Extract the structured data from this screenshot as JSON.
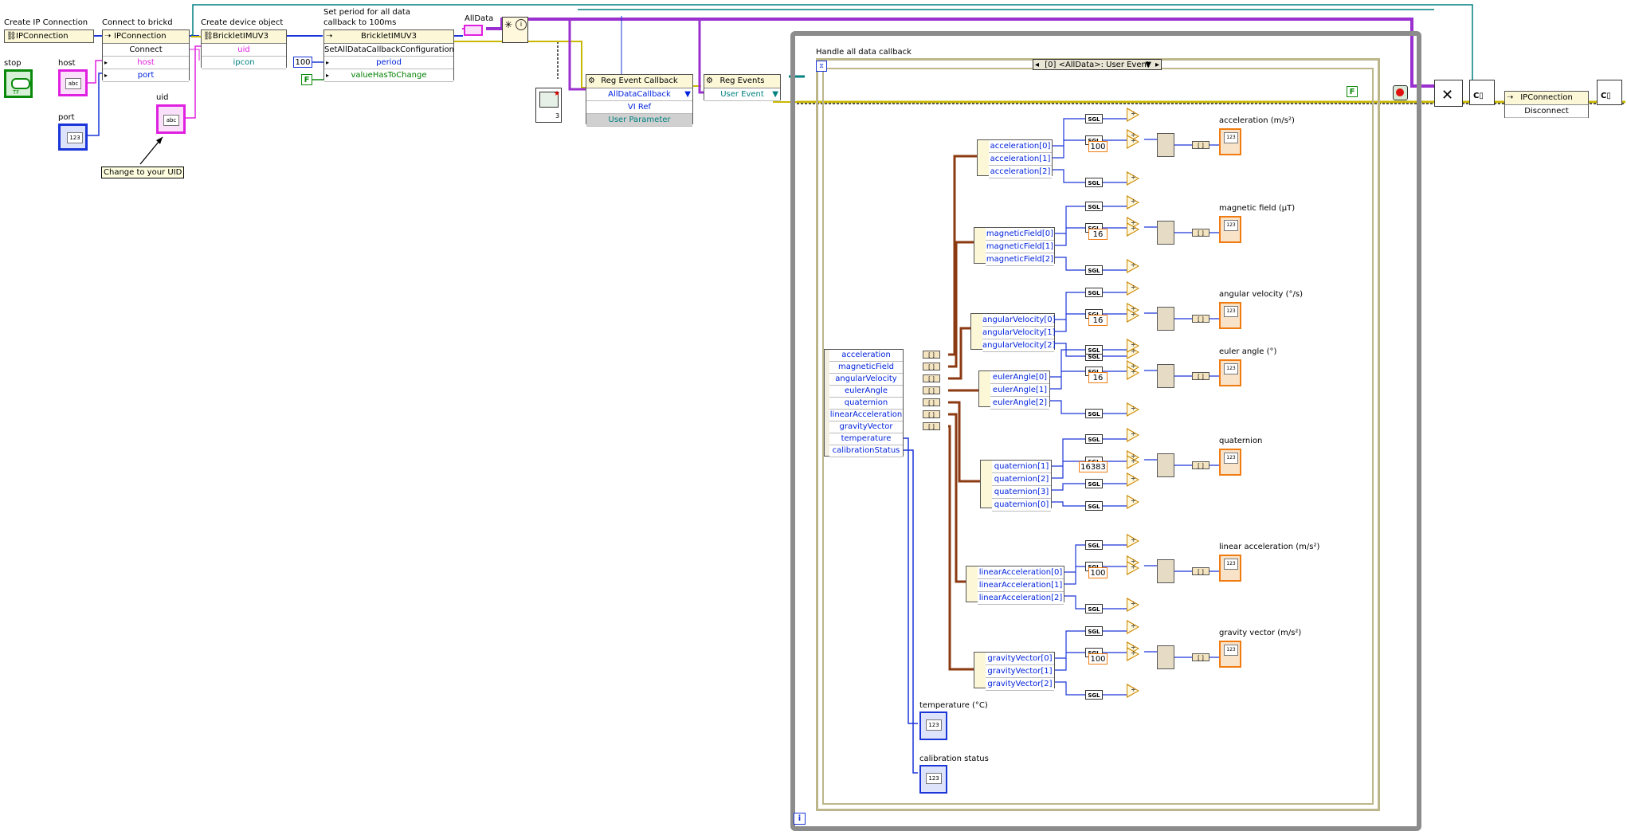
{
  "labels": {
    "create_ip": "Create IP Connection",
    "connect_brickd": "Connect to brickd",
    "create_device": "Create device object",
    "set_period_1": "Set period for all data",
    "set_period_2": "callback to 100ms",
    "alldata": "AllData",
    "stop": "stop",
    "host": "host",
    "port": "port",
    "uid": "uid",
    "change_uid": "Change to your UID",
    "handle_all": "Handle all data callback",
    "temperature": "temperature (°C)",
    "calibration": "calibration status"
  },
  "nodes": {
    "ipcon_create": "IPConnection",
    "connect": {
      "title": "IPConnection",
      "method": "Connect",
      "rows": [
        "host",
        "port"
      ]
    },
    "device": {
      "title": "BrickletIMUV3",
      "rows": [
        "uid",
        "ipcon"
      ]
    },
    "setcfg": {
      "title": "BrickletIMUV3",
      "method": "SetAllDataCallbackConfiguration",
      "rows": [
        "period",
        "valueHasToChange"
      ]
    },
    "regcb": {
      "title": "Reg Event Callback",
      "rows": [
        "AllDataCallback",
        "VI Ref",
        "User Parameter"
      ]
    },
    "regev": {
      "title": "Reg Events",
      "rows": [
        "User Event"
      ]
    },
    "disconnect": {
      "title": "IPConnection",
      "method": "Disconnect"
    }
  },
  "constants": {
    "period": "100",
    "false1": "F",
    "false2": "F"
  },
  "case_selector": "[0] <AllData>: User Event",
  "unbundle": [
    "acceleration",
    "magneticField",
    "angularVelocity",
    "eulerAngle",
    "quaternion",
    "linearAcceleration",
    "gravityVector",
    "temperature",
    "calibrationStatus"
  ],
  "groups": [
    {
      "title": "acceleration (m/s²)",
      "items": [
        "acceleration[0]",
        "acceleration[1]",
        "acceleration[2]"
      ],
      "div": "100"
    },
    {
      "title": "magnetic field (µT)",
      "items": [
        "magneticField[0]",
        "magneticField[1]",
        "magneticField[2]"
      ],
      "div": "16"
    },
    {
      "title": "angular velocity (°/s)",
      "items": [
        "angularVelocity[0]",
        "angularVelocity[1]",
        "angularVelocity[2]"
      ],
      "div": "16"
    },
    {
      "title": "euler angle (°)",
      "items": [
        "eulerAngle[0]",
        "eulerAngle[1]",
        "eulerAngle[2]"
      ],
      "div": "16"
    },
    {
      "title": "quaternion",
      "items": [
        "quaternion[1]",
        "quaternion[2]",
        "quaternion[3]",
        "quaternion[0]"
      ],
      "div": "16383"
    },
    {
      "title": "linear acceleration (m/s²)",
      "items": [
        "linearAcceleration[0]",
        "linearAcceleration[1]",
        "linearAcceleration[2]"
      ],
      "div": "100"
    },
    {
      "title": "gravity vector (m/s²)",
      "items": [
        "gravityVector[0]",
        "gravityVector[1]",
        "gravityVector[2]"
      ],
      "div": "100"
    }
  ],
  "misc": {
    "sgl": "SGL",
    "num_icon": "123",
    "str_icon": "abc",
    "tf_icon": "TF",
    "loop_i": "i",
    "count3": "3",
    "info": "i"
  },
  "colors": {
    "blue_wire": "#1a35d8",
    "orange_wire": "#f07b10",
    "pink_wire": "#e020e0",
    "teal_wire": "#008080",
    "refnum_wire": "#8a6d00",
    "cluster_wire": "#8b3a12",
    "purple_wire": "#9b30d0"
  }
}
